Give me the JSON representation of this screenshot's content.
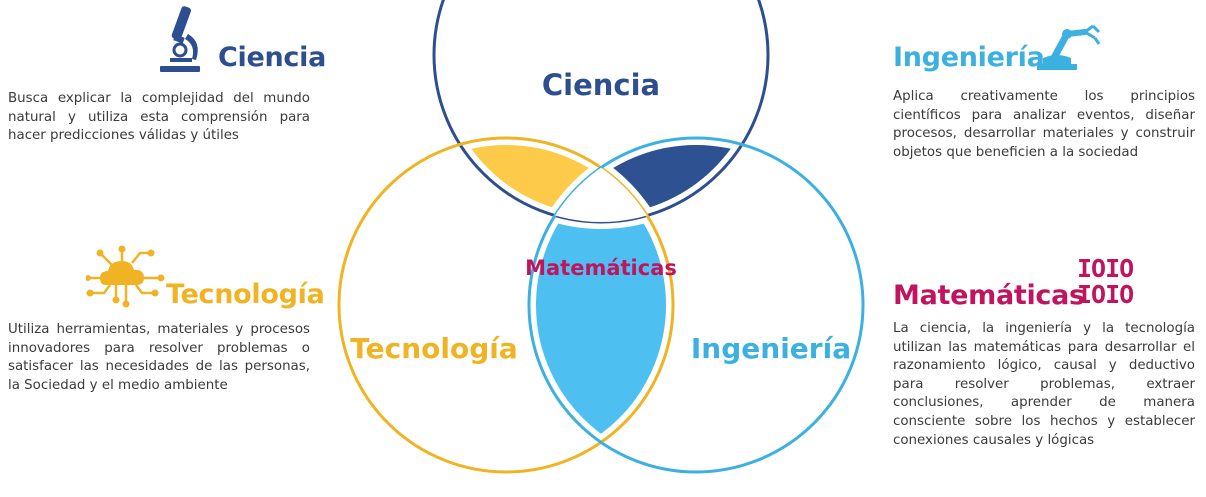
{
  "colors": {
    "ciencia": "#2e4f8f",
    "tecnologia": "#f0b323",
    "tecnologia_fill": "#fdca4a",
    "ingenieria": "#3cb0e0",
    "ingenieria_fill": "#4dbff0",
    "matematicas": "#c0145f"
  },
  "diagram": {
    "ciencia": "Ciencia",
    "tecnologia": "Tecnología",
    "ingenieria": "Ingeniería",
    "matematicas": "Matemáticas"
  },
  "ciencia": {
    "title": "Ciencia",
    "icon": "microscope-icon",
    "text": "Busca explicar la complejidad del mundo natural y utiliza esta comprensión para hacer predicciones válidas y útiles"
  },
  "tecnologia": {
    "title": "Tecnología",
    "icon": "cloud-circuit-icon",
    "text": "Utiliza herramientas, materiales y procesos innovadores para resolver problemas o satisfacer las necesidades de las personas, la Sociedad y el medio ambiente"
  },
  "ingenieria": {
    "title": "Ingeniería",
    "icon": "robotic-arm-icon",
    "text": "Aplica creativamente los principios científicos para analizar eventos, diseñar procesos, desarrollar materiales y construir objetos que beneficien a la sociedad"
  },
  "matematicas": {
    "title": "Matemáticas",
    "icon": "binary-icon",
    "icon_line1": "IOIO",
    "icon_line2": "IOIO",
    "text": "La ciencia, la ingeniería y la tecnología utilizan las matemáticas para desarrollar el razonamiento lógico, causal y deductivo para resolver problemas, extraer conclusiones, aprender de manera consciente sobre los hechos y establecer conexiones causales y lógicas"
  }
}
